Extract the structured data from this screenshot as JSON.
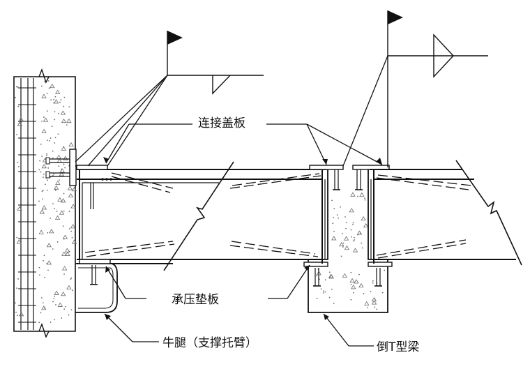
{
  "labels": {
    "cover_plate": "连接盖板",
    "bearing_pad": "承压垫板",
    "corbel": "牛腿（支撑托臂）",
    "inverted_t_beam": "倒T型梁"
  },
  "colors": {
    "line": "#111111",
    "concrete_dot": "#6a6a6a",
    "background": "#ffffff"
  },
  "icons": {
    "weld_flag": "flag-icon",
    "weld_symbol": "fillet-weld-triangle"
  }
}
